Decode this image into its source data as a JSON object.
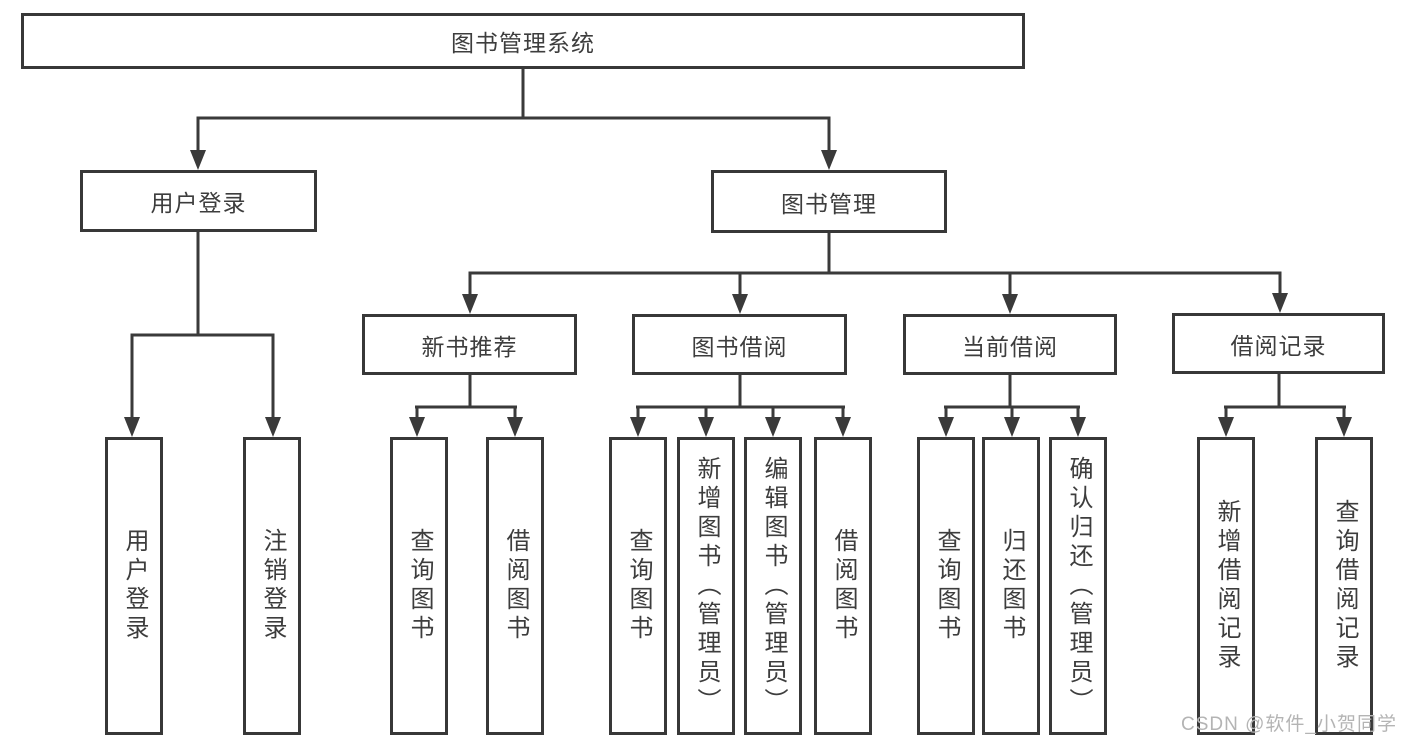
{
  "diagram": {
    "root": {
      "label": "图书管理系统"
    },
    "level2": [
      {
        "label": "用户登录"
      },
      {
        "label": "图书管理"
      }
    ],
    "level3": [
      {
        "label": "新书推荐",
        "parent": "图书管理"
      },
      {
        "label": "图书借阅",
        "parent": "图书管理"
      },
      {
        "label": "当前借阅",
        "parent": "图书管理"
      },
      {
        "label": "借阅记录",
        "parent": "图书管理"
      }
    ],
    "leaves": [
      {
        "label": "用户登录",
        "parent": "用户登录"
      },
      {
        "label": "注销登录",
        "parent": "用户登录"
      },
      {
        "label": "查询图书",
        "parent": "新书推荐"
      },
      {
        "label": "借阅图书",
        "parent": "新书推荐"
      },
      {
        "label": "查询图书",
        "parent": "图书借阅"
      },
      {
        "label": "新增图书（管理员）",
        "parent": "图书借阅"
      },
      {
        "label": "编辑图书（管理员）",
        "parent": "图书借阅"
      },
      {
        "label": "借阅图书",
        "parent": "图书借阅"
      },
      {
        "label": "查询图书",
        "parent": "当前借阅"
      },
      {
        "label": "归还图书",
        "parent": "当前借阅"
      },
      {
        "label": "确认归还（管理员）",
        "parent": "当前借阅"
      },
      {
        "label": "新增借阅记录",
        "parent": "借阅记录"
      },
      {
        "label": "查询借阅记录",
        "parent": "借阅记录"
      }
    ]
  },
  "watermark": {
    "text": "CSDN @软件_小贺同学"
  },
  "colors": {
    "line": "#3a3a3a",
    "box_border": "#383838",
    "text": "#3d3d3d",
    "watermark": "#b4b4b4",
    "background": "#ffffff"
  }
}
